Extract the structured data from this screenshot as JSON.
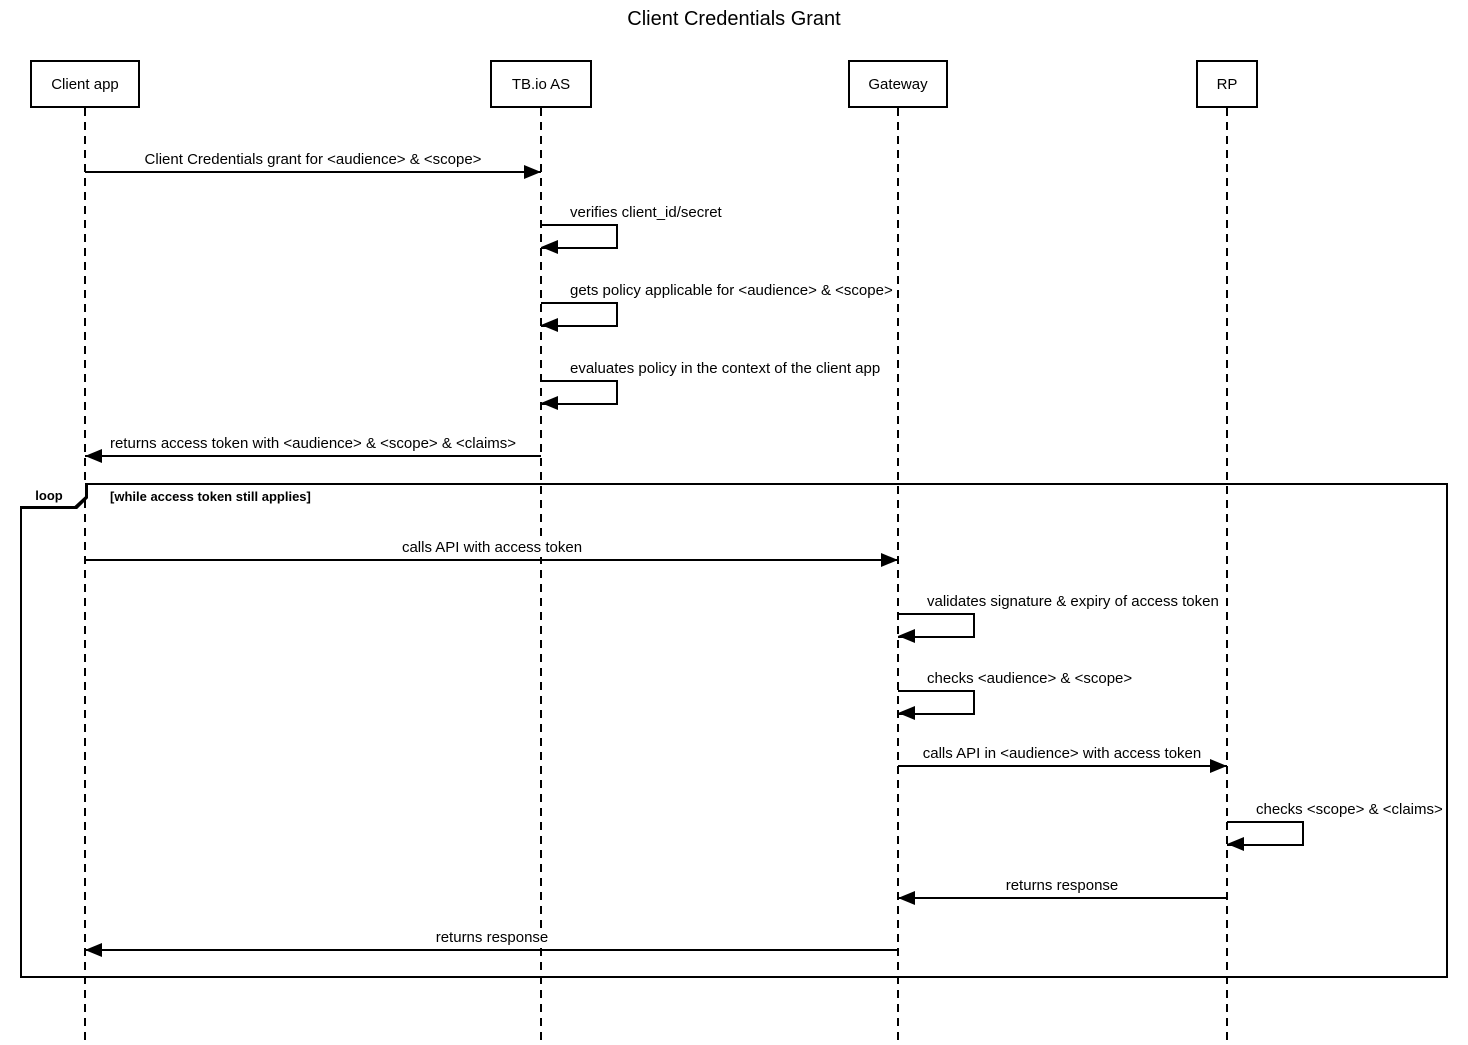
{
  "title": "Client Credentials Grant",
  "participants": [
    {
      "id": "client-app",
      "label": "Client app"
    },
    {
      "id": "tbio-as",
      "label": "TB.io AS"
    },
    {
      "id": "gateway",
      "label": "Gateway"
    },
    {
      "id": "rp",
      "label": "RP"
    }
  ],
  "loop": {
    "label": "loop",
    "condition": "[while access token still applies]"
  },
  "messages": [
    {
      "from": "Client app",
      "to": "TB.io AS",
      "type": "arrow",
      "label": "Client Credentials grant for <audience> & <scope>"
    },
    {
      "from": "TB.io AS",
      "to": "TB.io AS",
      "type": "self",
      "label": "verifies client_id/secret"
    },
    {
      "from": "TB.io AS",
      "to": "TB.io AS",
      "type": "self",
      "label": "gets policy applicable for <audience> & <scope>"
    },
    {
      "from": "TB.io AS",
      "to": "TB.io AS",
      "type": "self",
      "label": "evaluates policy in the context of the client app"
    },
    {
      "from": "TB.io AS",
      "to": "Client app",
      "type": "arrow",
      "label": "returns access token with <audience> & <scope> & <claims>"
    },
    {
      "from": "Client app",
      "to": "Gateway",
      "type": "arrow",
      "in_loop": true,
      "label": "calls API with access token"
    },
    {
      "from": "Gateway",
      "to": "Gateway",
      "type": "self",
      "in_loop": true,
      "label": "validates signature & expiry of access token"
    },
    {
      "from": "Gateway",
      "to": "Gateway",
      "type": "self",
      "in_loop": true,
      "label": "checks <audience> & <scope>"
    },
    {
      "from": "Gateway",
      "to": "RP",
      "type": "arrow",
      "in_loop": true,
      "label": "calls API in <audience> with access token"
    },
    {
      "from": "RP",
      "to": "RP",
      "type": "self",
      "in_loop": true,
      "label": "checks <scope> & <claims>"
    },
    {
      "from": "RP",
      "to": "Gateway",
      "type": "arrow",
      "in_loop": true,
      "label": "returns response"
    },
    {
      "from": "Gateway",
      "to": "Client app",
      "type": "arrow",
      "in_loop": true,
      "label": "returns response"
    }
  ],
  "colors": {
    "line": "#000000",
    "text": "#000000",
    "background": "#ffffff"
  }
}
